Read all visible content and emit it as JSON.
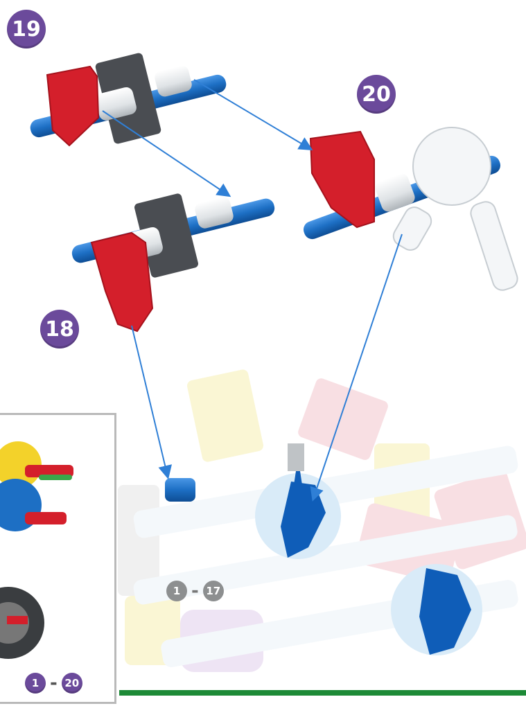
{
  "steps": {
    "step_19": "19",
    "step_20": "20",
    "step_18": "18"
  },
  "ranges": {
    "main": {
      "from": "1",
      "sep": "-",
      "to": "17"
    },
    "inset": {
      "from": "1",
      "sep": "-",
      "to": "20"
    }
  },
  "colors": {
    "badge_purple": "#6b4a9b",
    "badge_grey": "#8d8f90",
    "rod_blue": "#1d6fc4",
    "connector_red": "#d41f2b",
    "arrow_blue": "#2f7fd6",
    "spacer_grey": "#4a4d52",
    "spacer_white": "#e8eaec",
    "gear_white": "#f4f6f8",
    "gear_blue": "#0f5db8",
    "footer_green": "#1d8a37"
  }
}
